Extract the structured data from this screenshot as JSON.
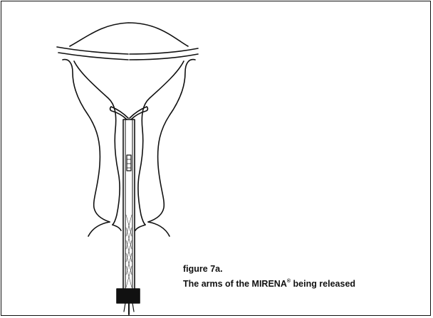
{
  "figure": {
    "label": "figure 7a.",
    "caption_before": "The arms of the MIRENA",
    "caption_mark": "®",
    "caption_after": " being released"
  },
  "illustration": {
    "subject": "uterus-with-iud-inserter-diagram",
    "stroke_color": "#111111",
    "fill_color": "#ffffff"
  }
}
